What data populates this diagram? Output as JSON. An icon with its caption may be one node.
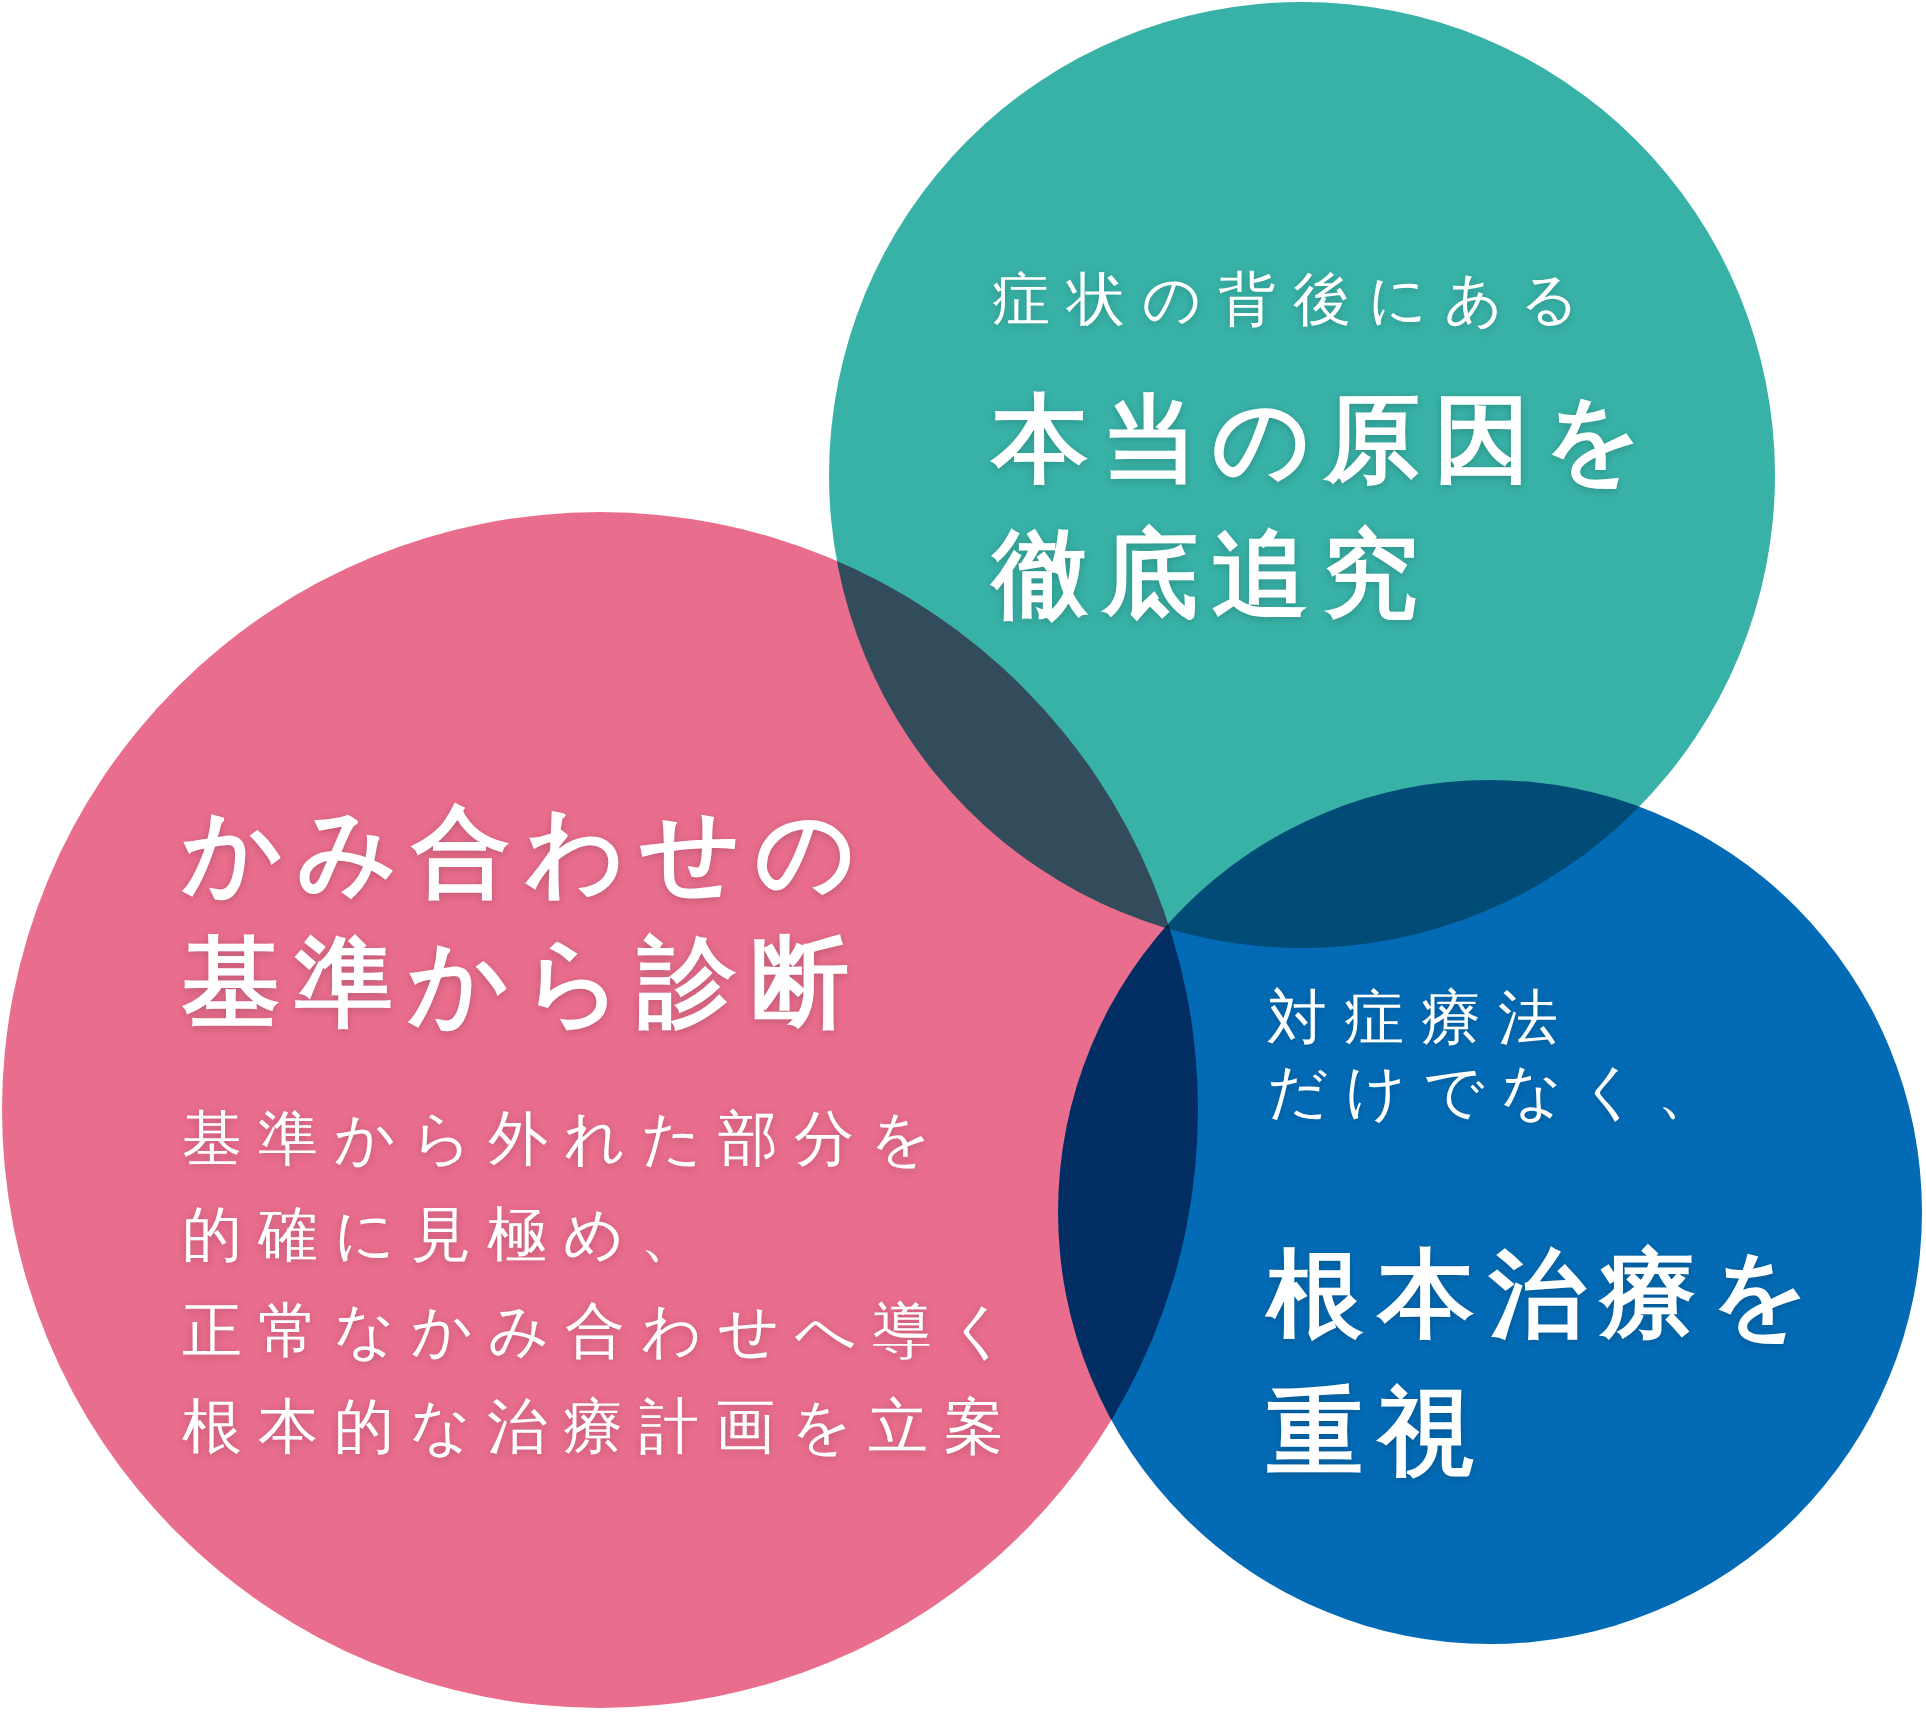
{
  "diagram": {
    "nodes": [
      {
        "text": [
          "症状の背後にある",
          "本当の原因を徹底追究"
        ]
      },
      {
        "text": [
          "かみ合わせの基準から診断",
          "基準から外れた部分を的確に見極め、正常なかみ合わせへ導く根本的な治療計画を立案"
        ]
      },
      {
        "text": [
          "対症療法だけでなく、",
          "根本治療を重視"
        ]
      }
    ]
  }
}
